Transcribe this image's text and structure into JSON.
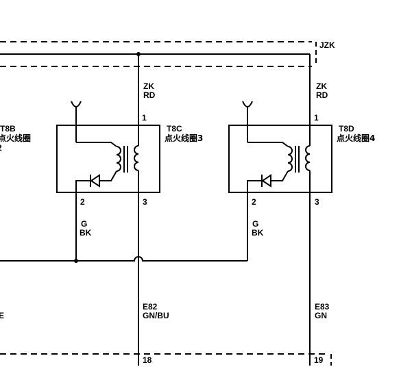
{
  "diagram": {
    "bus_label": "JZK",
    "left_partial": {
      "connector": "T8B",
      "name": "点火线圈",
      "pin_fragment": "2",
      "wire_fragment": "E"
    },
    "coil3": {
      "connector": "T8C",
      "name": "点火线圈3",
      "pin_top": "1",
      "pin_ground": "2",
      "pin_out": "3",
      "feed_wire_code": "ZK",
      "feed_wire_color": "RD",
      "ground_wire_code": "G",
      "ground_wire_color": "BK",
      "out_wire_code": "E82",
      "out_wire_color": "GN/BU",
      "ecu_pin": "18"
    },
    "coil4": {
      "connector": "T8D",
      "name": "点火线圈4",
      "pin_top": "1",
      "pin_ground": "2",
      "pin_out": "3",
      "feed_wire_code": "ZK",
      "feed_wire_color": "RD",
      "ground_wire_code": "G",
      "ground_wire_color": "BK",
      "out_wire_code": "E83",
      "out_wire_color": "GN",
      "ecu_pin": "19"
    }
  }
}
